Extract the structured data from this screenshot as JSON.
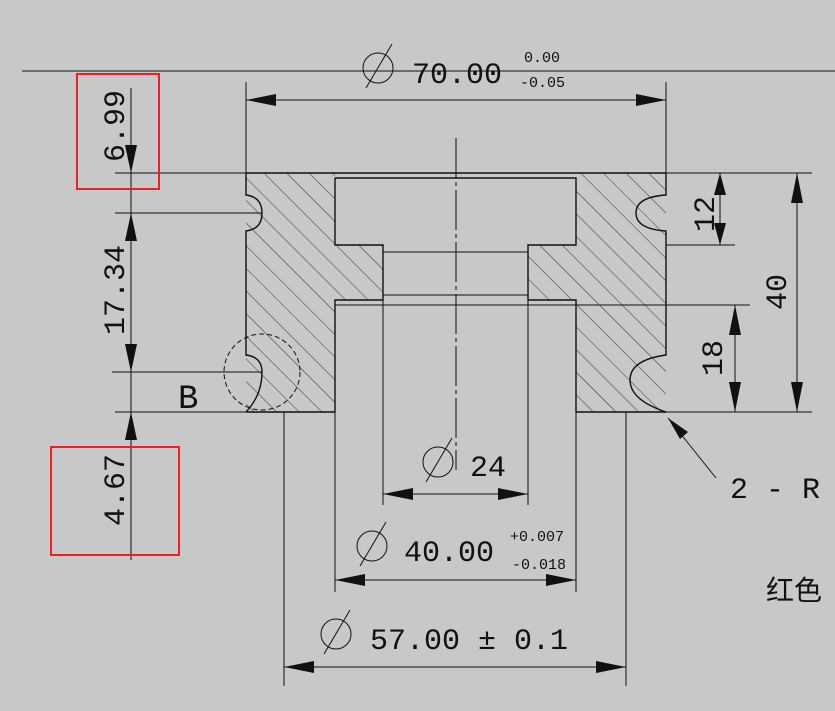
{
  "dimensions": {
    "d70": "70.00",
    "d70_upper": "0.00",
    "d70_lower": "-0.05",
    "d24": "24",
    "d40": "40.00",
    "d40_upper": "+0.007",
    "d40_lower": "-0.018",
    "d57": "57.00 ± 0.1",
    "h699": "6.99",
    "h1734": "17.34",
    "h467": "4.67",
    "h12": "12",
    "h18": "18",
    "h40": "40"
  },
  "labels": {
    "detail": "B",
    "note_radius": "2 - R",
    "note_cjk": "红色"
  },
  "colors": {
    "background": "#c8c8c8",
    "linework": "#111111",
    "highlight": "#e8231e"
  }
}
